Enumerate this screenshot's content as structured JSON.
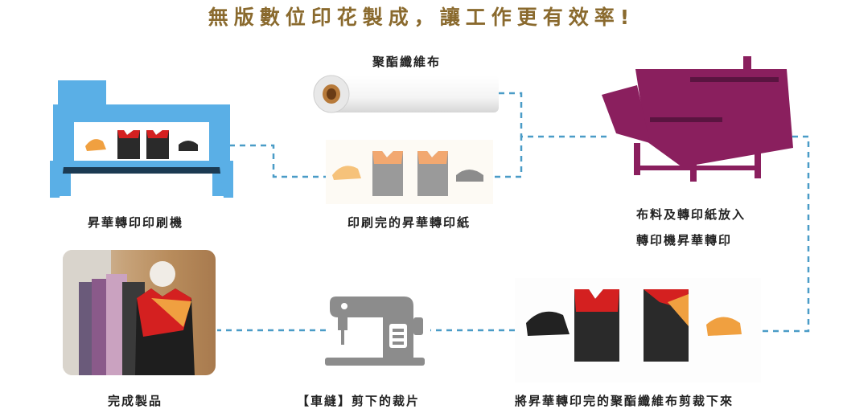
{
  "title": "無版數位印花製成，讓工作更有效率!",
  "colors": {
    "title": "#8a6a2e",
    "connector": "#4a9cc7",
    "printer": "#5aafe6",
    "heat_press": "#8a1f5e",
    "sewing_machine": "#8c8c8c",
    "fabric_orange": "#f0a040",
    "jersey_red": "#d42020"
  },
  "steps": {
    "printer": {
      "label": "昇華轉印印刷機"
    },
    "fabric_roll": {
      "label": "聚酯纖維布"
    },
    "printed_paper": {
      "label": "印刷完的昇華轉印紙"
    },
    "heat_press": {
      "label_line1": "布料及轉印紙放入",
      "label_line2": "轉印機昇華轉印"
    },
    "cut_pieces": {
      "label": "將昇華轉印完的聚酯纖維布剪裁下來"
    },
    "sewing": {
      "label": "【車縫】剪下的裁片"
    },
    "finished": {
      "label": "完成製品"
    }
  }
}
